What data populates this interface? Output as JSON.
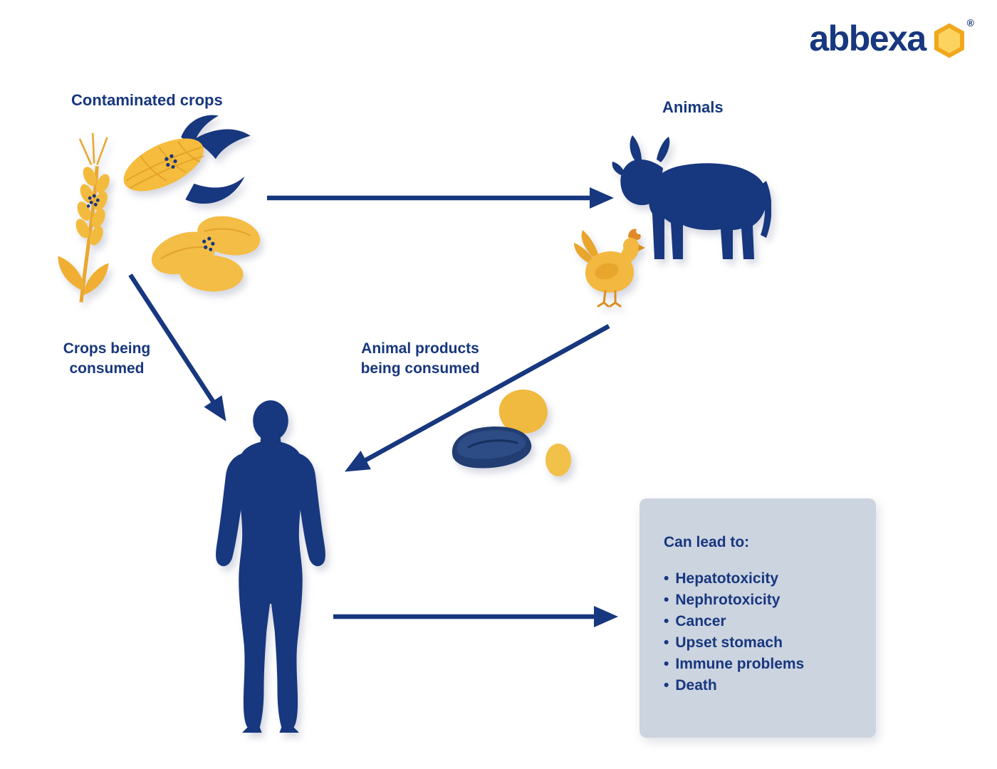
{
  "colors": {
    "navy": "#17377e",
    "yellow": "#f2b432",
    "yellow_dark": "#d98f24",
    "bone": "#f8e7bd",
    "steak_top": "#2d4c85",
    "box_bg": "#ccd4e0",
    "background": "#ffffff"
  },
  "logo": {
    "text": "abbexa",
    "registered": "®"
  },
  "labels": {
    "contaminated_crops": "Contaminated crops",
    "animals": "Animals",
    "crops_consumed_line1": "Crops being",
    "crops_consumed_line2": "consumed",
    "animal_products_line1": "Animal products",
    "animal_products_line2": "being consumed"
  },
  "effects_box": {
    "title": "Can lead to:",
    "bullet": "•",
    "items": [
      "Hepatotoxicity",
      "Nephrotoxicity",
      "Cancer",
      "Upset stomach",
      "Immune problems",
      "Death"
    ]
  },
  "icons": {
    "crops": "wheat-corn-seeds-illustration",
    "cow": "cow-silhouette",
    "chicken": "hen-illustration",
    "foods": "meat-drumstick-egg-illustration",
    "human": "human-silhouette",
    "hexagon": "abbexa-hexagon-logo-mark"
  },
  "flow": {
    "edges": [
      {
        "from": "contaminated-crops",
        "to": "animals",
        "label": ""
      },
      {
        "from": "contaminated-crops",
        "to": "human",
        "label": "Crops being consumed"
      },
      {
        "from": "animals",
        "to": "human",
        "label": "Animal products being consumed"
      },
      {
        "from": "human",
        "to": "effects-box",
        "label": ""
      }
    ]
  }
}
